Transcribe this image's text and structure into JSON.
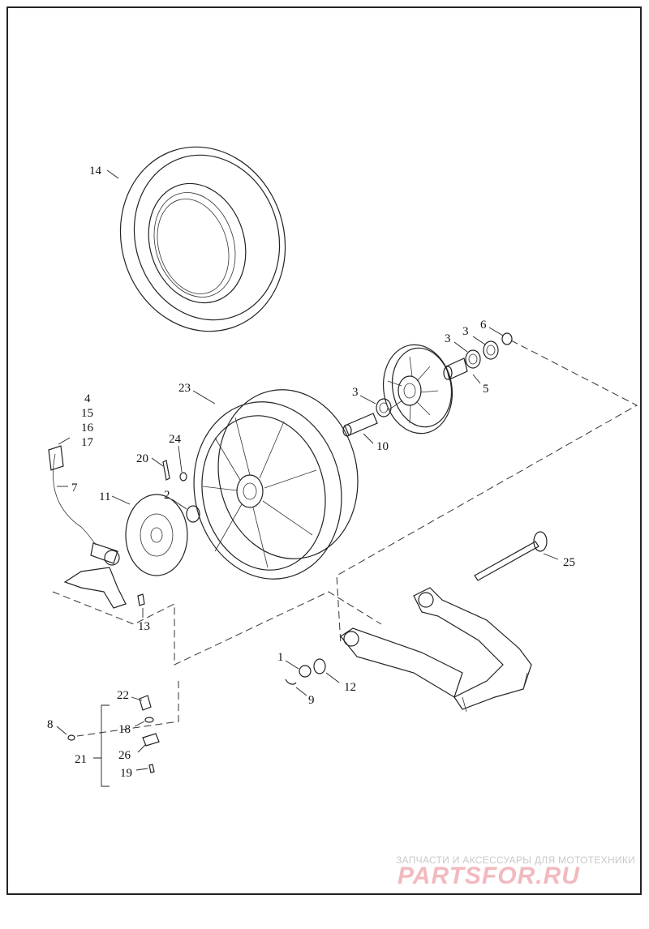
{
  "diagram": {
    "callouts": [
      {
        "id": "14",
        "text": "14"
      },
      {
        "id": "6",
        "text": "6"
      },
      {
        "id": "3a",
        "text": "3"
      },
      {
        "id": "3b",
        "text": "3"
      },
      {
        "id": "5",
        "text": "5"
      },
      {
        "id": "3c",
        "text": "3"
      },
      {
        "id": "10",
        "text": "10"
      },
      {
        "id": "23",
        "text": "23"
      },
      {
        "id": "4",
        "text": "4"
      },
      {
        "id": "15",
        "text": "15"
      },
      {
        "id": "16",
        "text": "16"
      },
      {
        "id": "17",
        "text": "17"
      },
      {
        "id": "7",
        "text": "7"
      },
      {
        "id": "24",
        "text": "24"
      },
      {
        "id": "20",
        "text": "20"
      },
      {
        "id": "11",
        "text": "11"
      },
      {
        "id": "2",
        "text": "2"
      },
      {
        "id": "25",
        "text": "25"
      },
      {
        "id": "13",
        "text": "13"
      },
      {
        "id": "1",
        "text": "1"
      },
      {
        "id": "12",
        "text": "12"
      },
      {
        "id": "9",
        "text": "9"
      },
      {
        "id": "22",
        "text": "22"
      },
      {
        "id": "18",
        "text": "18"
      },
      {
        "id": "8",
        "text": "8"
      },
      {
        "id": "21",
        "text": "21"
      },
      {
        "id": "26",
        "text": "26"
      },
      {
        "id": "19",
        "text": "19"
      }
    ]
  },
  "watermark": {
    "subtitle": "ЗАПЧАСТИ И АКСЕССУАРЫ ДЛЯ МОТОТЕХНИКИ",
    "logo": "PARTSFOR.RU"
  }
}
